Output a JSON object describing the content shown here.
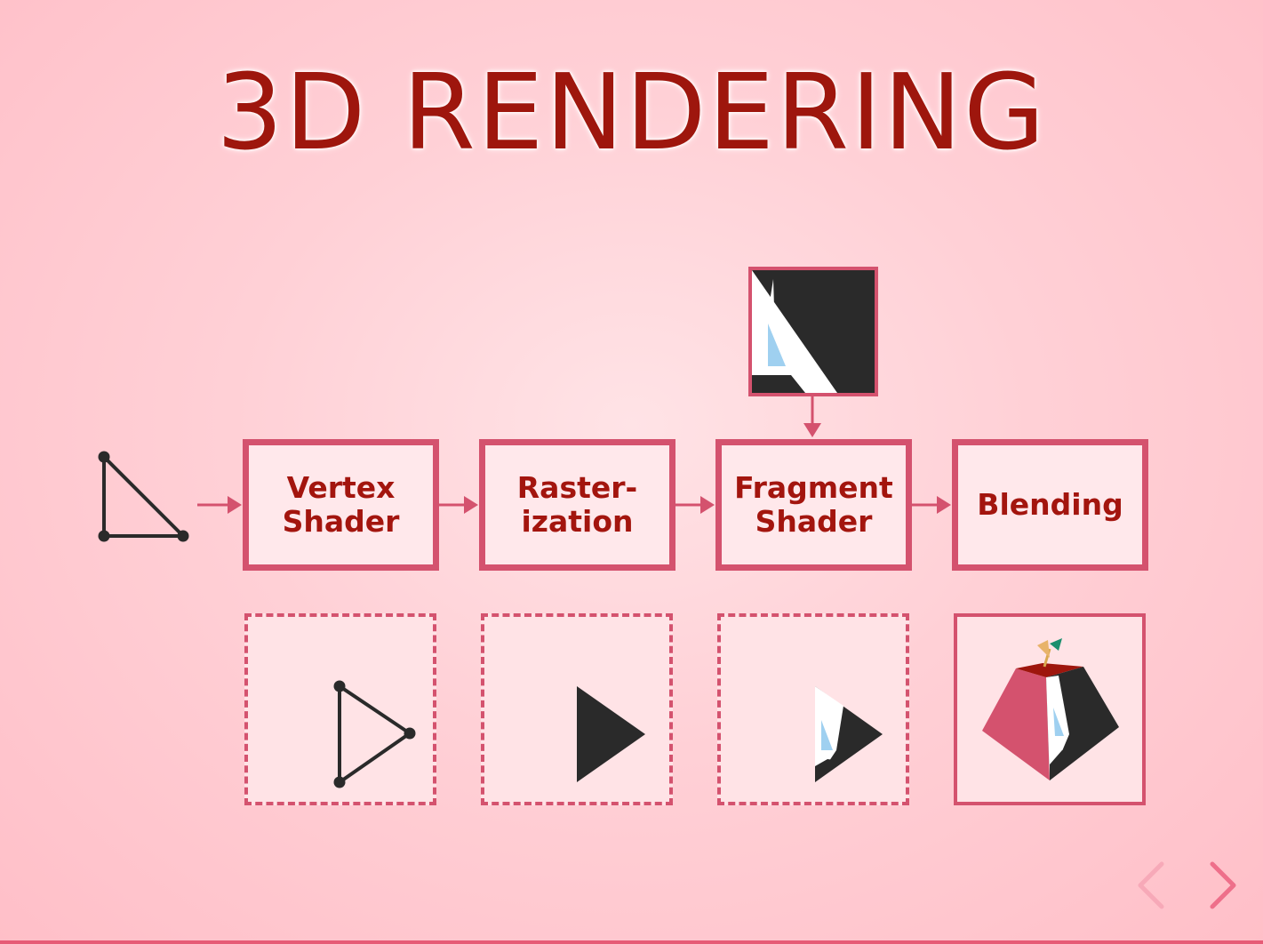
{
  "slide": {
    "title": "3D RENDERING"
  },
  "pipeline": {
    "stages": [
      {
        "label": "Vertex\nShader"
      },
      {
        "label": "Raster-\nization"
      },
      {
        "label": "Fragment\nShader"
      },
      {
        "label": "Blending"
      }
    ]
  },
  "colors": {
    "accent": "#d4526e",
    "title": "#9e160d",
    "label": "#a3150e",
    "dark": "#2a2a2a",
    "light_blue": "#9fd0f0"
  },
  "icons": {
    "input": "triangle-outline-icon",
    "texture": "texture-image-icon",
    "vertex_result": "triangle-vertices-icon",
    "raster_result": "filled-triangle-icon",
    "fragment_result": "textured-triangle-icon",
    "blending_result": "textured-3d-shape-icon",
    "prev": "chevron-left-icon",
    "next": "chevron-right-icon"
  },
  "navigation": {
    "progress": 1.0
  }
}
